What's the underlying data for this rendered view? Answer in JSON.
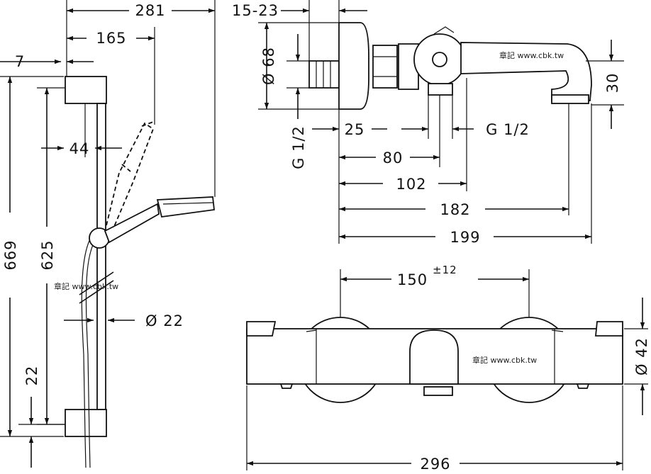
{
  "shower_set_side_view": {
    "dimensions": {
      "total_height": "669",
      "rail_length": "625",
      "top_offset": "7",
      "arm_reach": "165",
      "total_depth": "281",
      "handshower_offset": "44",
      "rail_diameter": "Ø 22",
      "bottom_offset": "22"
    },
    "watermark": "章記 www.cbk.tw"
  },
  "mixer_side_view": {
    "dimensions": {
      "wall_gap": "15-23",
      "body_diameter": "Ø 68",
      "inlet_thread": "G 1/2",
      "inlet_depth": "25",
      "outlet_thread": "G 1/2",
      "outlet_position": "80",
      "handle_position": "102",
      "spout_outlet_position": "182",
      "spout_length": "199",
      "spout_height": "30"
    },
    "watermark": "章記 www.cbk.tw"
  },
  "mixer_front_view": {
    "dimensions": {
      "centre_distance": "150",
      "centre_distance_tolerance": "±12",
      "body_diameter": "Ø 42",
      "overall_width": "296"
    },
    "watermark": "章記 www.cbk.tw"
  }
}
